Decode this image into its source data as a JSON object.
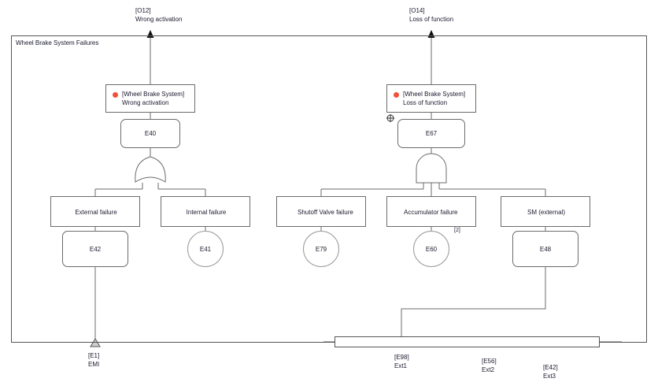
{
  "diagram": {
    "type": "fault-tree",
    "container_title": "Wheel Brake System Failures",
    "top_ports": [
      {
        "id": "[O12]",
        "name": "Wrong activation"
      },
      {
        "id": "[O14]",
        "name": "Loss of function"
      }
    ],
    "top_events": [
      {
        "scope": "[Wheel Brake System]",
        "name": "Wrong activation",
        "marker": "red-dot"
      },
      {
        "scope": "[Wheel Brake System]",
        "name": "Loss of function",
        "marker": "red-dot"
      }
    ],
    "gates": [
      {
        "id": "E40",
        "kind": "or"
      },
      {
        "id": "E67",
        "kind": "and",
        "adornment": "transfer-crosshair-icon"
      }
    ],
    "intermediate_events": [
      {
        "label": "External failure",
        "icon": null,
        "child_id": "E42",
        "child_shape": "rounded-box"
      },
      {
        "label": "Internal failure",
        "icon": null,
        "child_id": "E41",
        "child_shape": "circle"
      },
      {
        "label": "Shutoff Valve failure",
        "icon": "component-icon",
        "child_id": "E79",
        "child_shape": "circle"
      },
      {
        "label": "Accumulator failure",
        "icon": "component-icon",
        "child_id": "E60",
        "child_shape": "circle",
        "badge": "[2]"
      },
      {
        "label": "SM (external)",
        "icon": null,
        "child_id": "E48",
        "child_shape": "rounded-box"
      }
    ],
    "bottom_ports": [
      {
        "id": "[E1]",
        "name": "EMI",
        "symbol": "triangle-up-icon"
      },
      {
        "id": "[E98]",
        "name": "Ext1",
        "symbol": "triangle-up-icon"
      },
      {
        "id": "[E56]",
        "name": "Ext2",
        "symbol": "triangle-up-icon"
      },
      {
        "id": "[E42]",
        "name": "Ext3",
        "symbol": "triangle-up-icon"
      }
    ],
    "colors": {
      "marker_red": "#f0513c",
      "line": "#6b6b6b",
      "boundary": "#555555",
      "text": "#1a1a2e",
      "background": "#ffffff"
    }
  }
}
